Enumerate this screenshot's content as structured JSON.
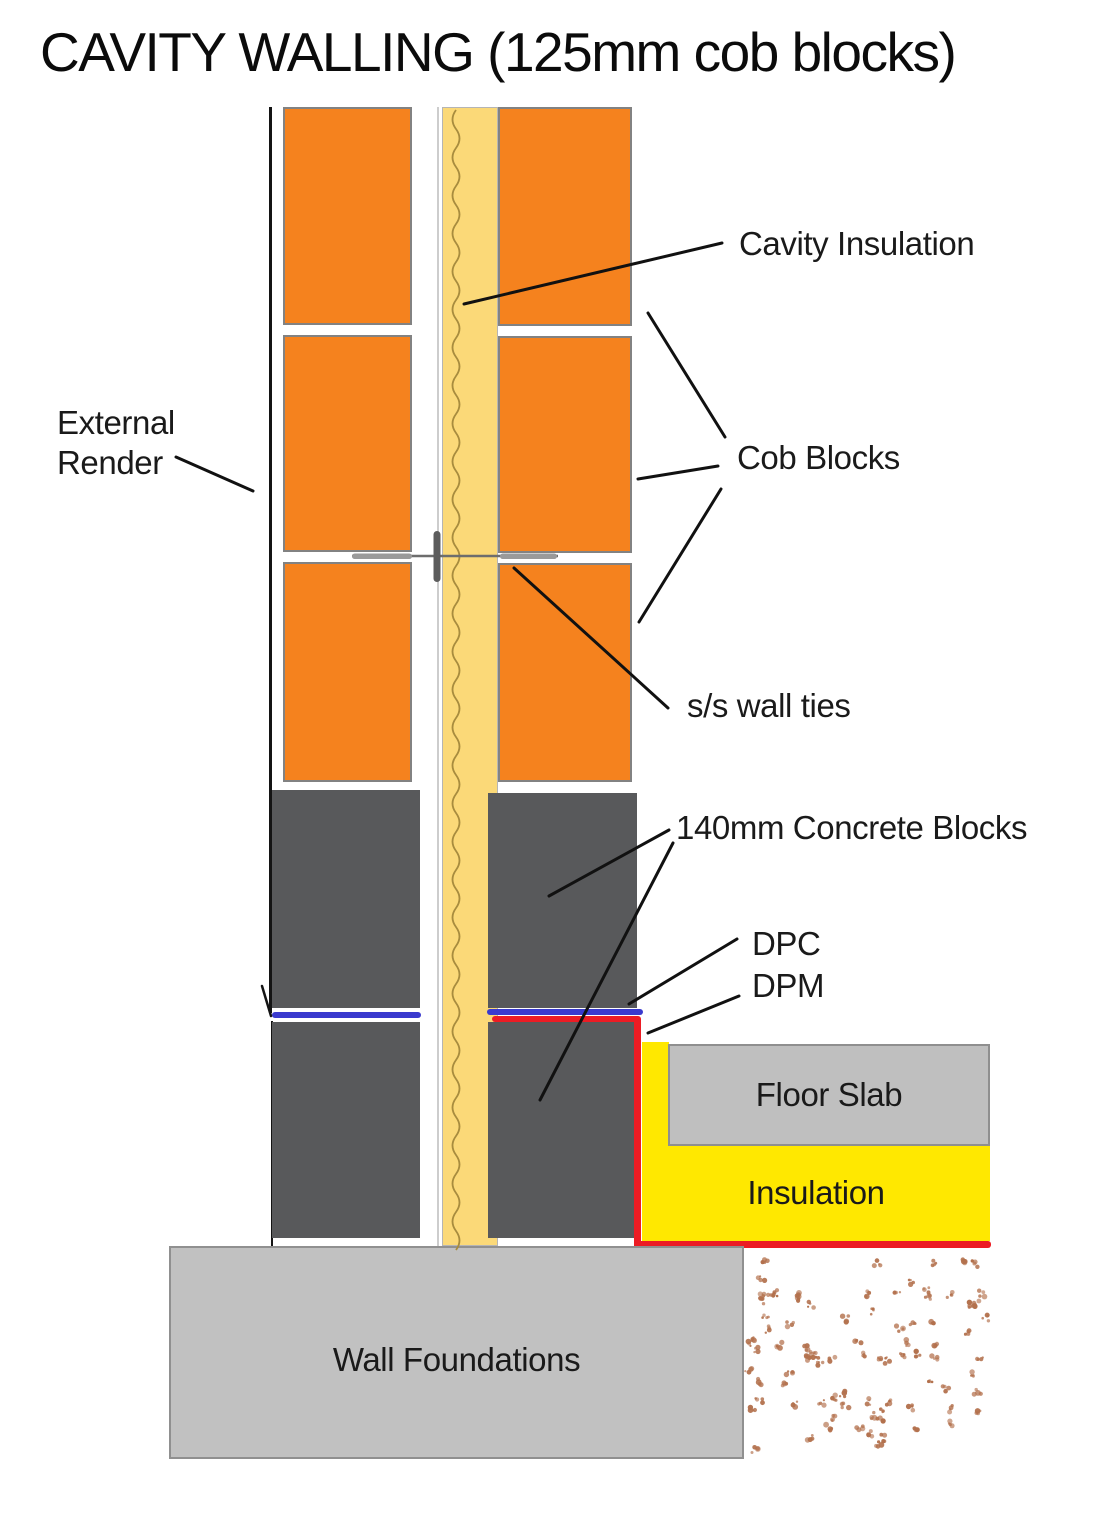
{
  "title": "CAVITY WALLING (125mm cob blocks)",
  "labels": {
    "external_render": "External Render",
    "cavity_insulation": "Cavity Insulation",
    "cob_blocks": "Cob Blocks",
    "wall_ties": "s/s wall ties",
    "concrete_blocks": "140mm Concrete Blocks",
    "dpc": "DPC",
    "dpm": "DPM",
    "floor_slab": "Floor Slab",
    "insulation": "Insulation",
    "wall_foundations": "Wall Foundations"
  },
  "colors": {
    "cob_block_orange": "#F5821E",
    "cavity_insulation_yellow": "#FBD978",
    "insulation_wave": "#A88C3E",
    "concrete_block_gray": "#58595B",
    "floor_insulation_yellow": "#FFE800",
    "floor_slab_gray": "#BFBFBF",
    "foundation_gray": "#C1C1C1",
    "dpc_blue": "#3A3ACE",
    "dpm_red": "#EC1C24",
    "hardcore_speckle_brown": "#B3714D",
    "leader_line_black": "#111111",
    "block_outline_gray": "#828282"
  }
}
